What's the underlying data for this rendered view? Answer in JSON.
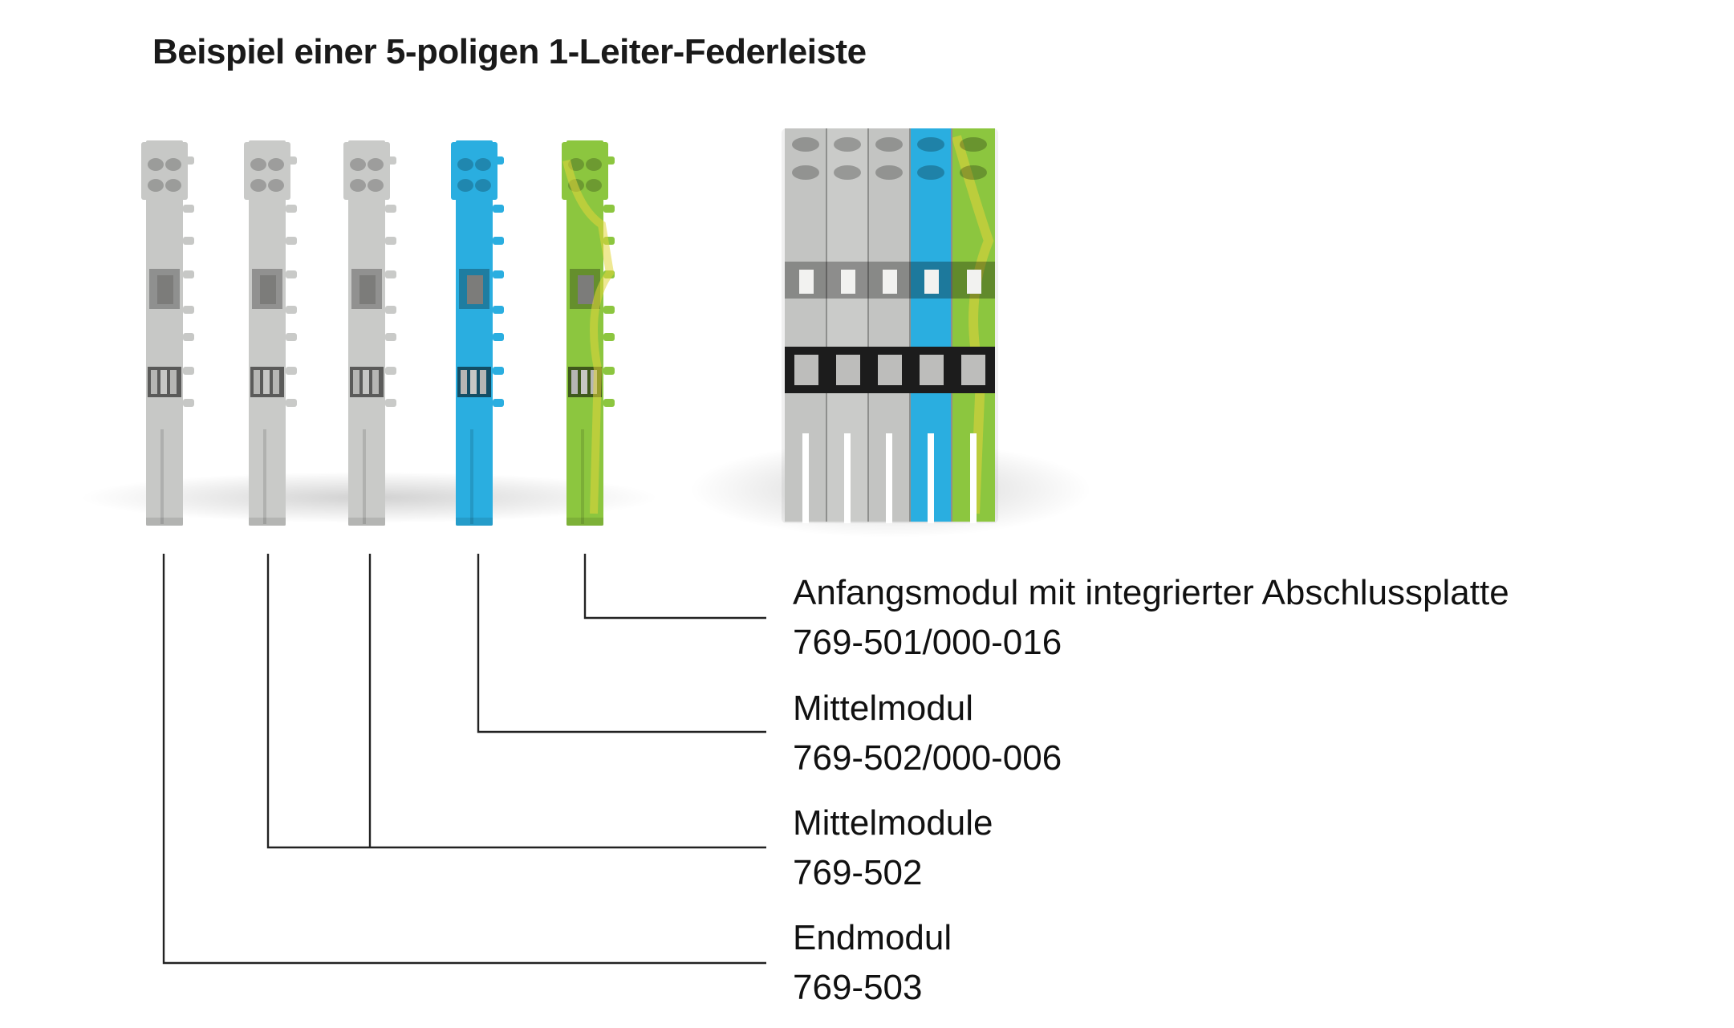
{
  "title": "Beispiel einer 5-poligen 1-Leiter-Federleiste",
  "colors": {
    "grey_module": "#c9cac8",
    "blue_module": "#2aaee0",
    "green_yellow_module": "#8cc63f",
    "leader_line": "#222222",
    "contact_metal": "#8a8a88"
  },
  "modules": [
    {
      "id": "end",
      "color": "grey"
    },
    {
      "id": "middle-1",
      "color": "grey"
    },
    {
      "id": "middle-2",
      "color": "grey"
    },
    {
      "id": "middle-blue",
      "color": "blue"
    },
    {
      "id": "start",
      "color": "green-yellow"
    }
  ],
  "callouts": [
    {
      "name": "Anfangsmodul mit integrierter Abschlussplatte",
      "part": "769-501/000-016"
    },
    {
      "name": "Mittelmodul",
      "part": "769-502/000-006"
    },
    {
      "name": "Mittelmodule",
      "part": "769-502"
    },
    {
      "name": "Endmodul",
      "part": "769-503"
    }
  ]
}
